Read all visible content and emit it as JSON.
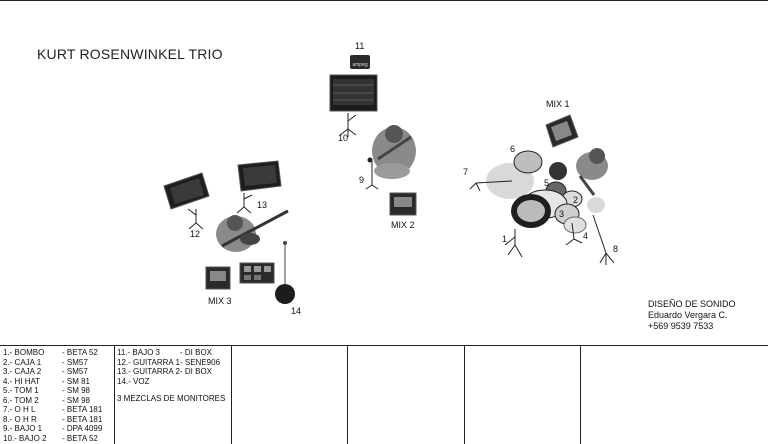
{
  "title": "KURT ROSENWINKEL TRIO",
  "stage_labels": {
    "n1": "1",
    "n2": "2",
    "n3": "3",
    "n4": "4",
    "n5": "5",
    "n6": "6",
    "n7": "7",
    "n8": "8",
    "n9": "9",
    "n10": "10",
    "n11": "11",
    "n12": "12",
    "n13": "13",
    "n14": "14",
    "mix1": "MIX 1",
    "mix2": "MIX 2",
    "mix3": "MIX 3",
    "amp_brand": "ampeg"
  },
  "credit": {
    "line1": "DISEÑO DE SONIDO",
    "line2": "Eduardo Vergara C.",
    "line3": "+569 9539 7533"
  },
  "channels_a": [
    {
      "name": "1.- BOMBO",
      "mic": "- BETA 52"
    },
    {
      "name": "2.- CAJA 1",
      "mic": "- SM57"
    },
    {
      "name": "3.- CAJA 2",
      "mic": "- SM57"
    },
    {
      "name": "4.- HI HAT",
      "mic": "- SM 81"
    },
    {
      "name": "5.- TOM 1",
      "mic": "- SM 98"
    },
    {
      "name": "6.- TOM 2",
      "mic": "- SM 98"
    },
    {
      "name": "7.- O H L",
      "mic": "- BETA 181"
    },
    {
      "name": "8.- O H R",
      "mic": "- BETA 181"
    },
    {
      "name": "9.- BAJO 1",
      "mic": "- DPA 4099"
    },
    {
      "name": "10.- BAJO 2",
      "mic": "- BETA 52"
    }
  ],
  "channels_b": [
    {
      "name": "11.- BAJO 3",
      "mic": "- DI BOX"
    },
    {
      "name": "12.- GUITARRA 1",
      "mic": "- SENE906"
    },
    {
      "name": "13.- GUITARRA 2",
      "mic": "- DI BOX"
    },
    {
      "name": "14.- VOZ",
      "mic": ""
    }
  ],
  "monitor_note": "3 MEZCLAS DE MONITORES"
}
